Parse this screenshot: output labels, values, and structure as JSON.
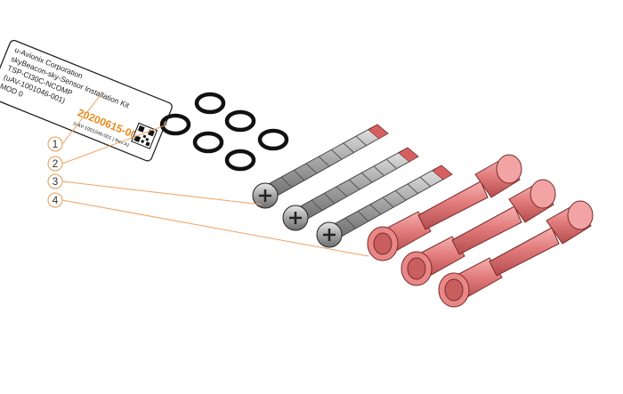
{
  "label": {
    "lines": [
      "u-Avionix Corporation",
      "skyBeacon-sky-Sensor Installation Kit",
      "TSP-CI30C-NCOMP",
      "(uAV-1001046-001)",
      "MOD 0"
    ],
    "part_number": "20200615-000",
    "revision": "(uAV-1001046-001 | Rev A)"
  },
  "callouts": [
    {
      "number": "1"
    },
    {
      "number": "2"
    },
    {
      "number": "3"
    },
    {
      "number": "4"
    }
  ],
  "colors": {
    "leader": "#f0a060",
    "callout_circle": "#e39a4f",
    "oring": "#111111",
    "screw": "#b8b8b8",
    "screw_tip": "#d66060",
    "connector": "#e07676",
    "part_number": "#e98a1f"
  }
}
